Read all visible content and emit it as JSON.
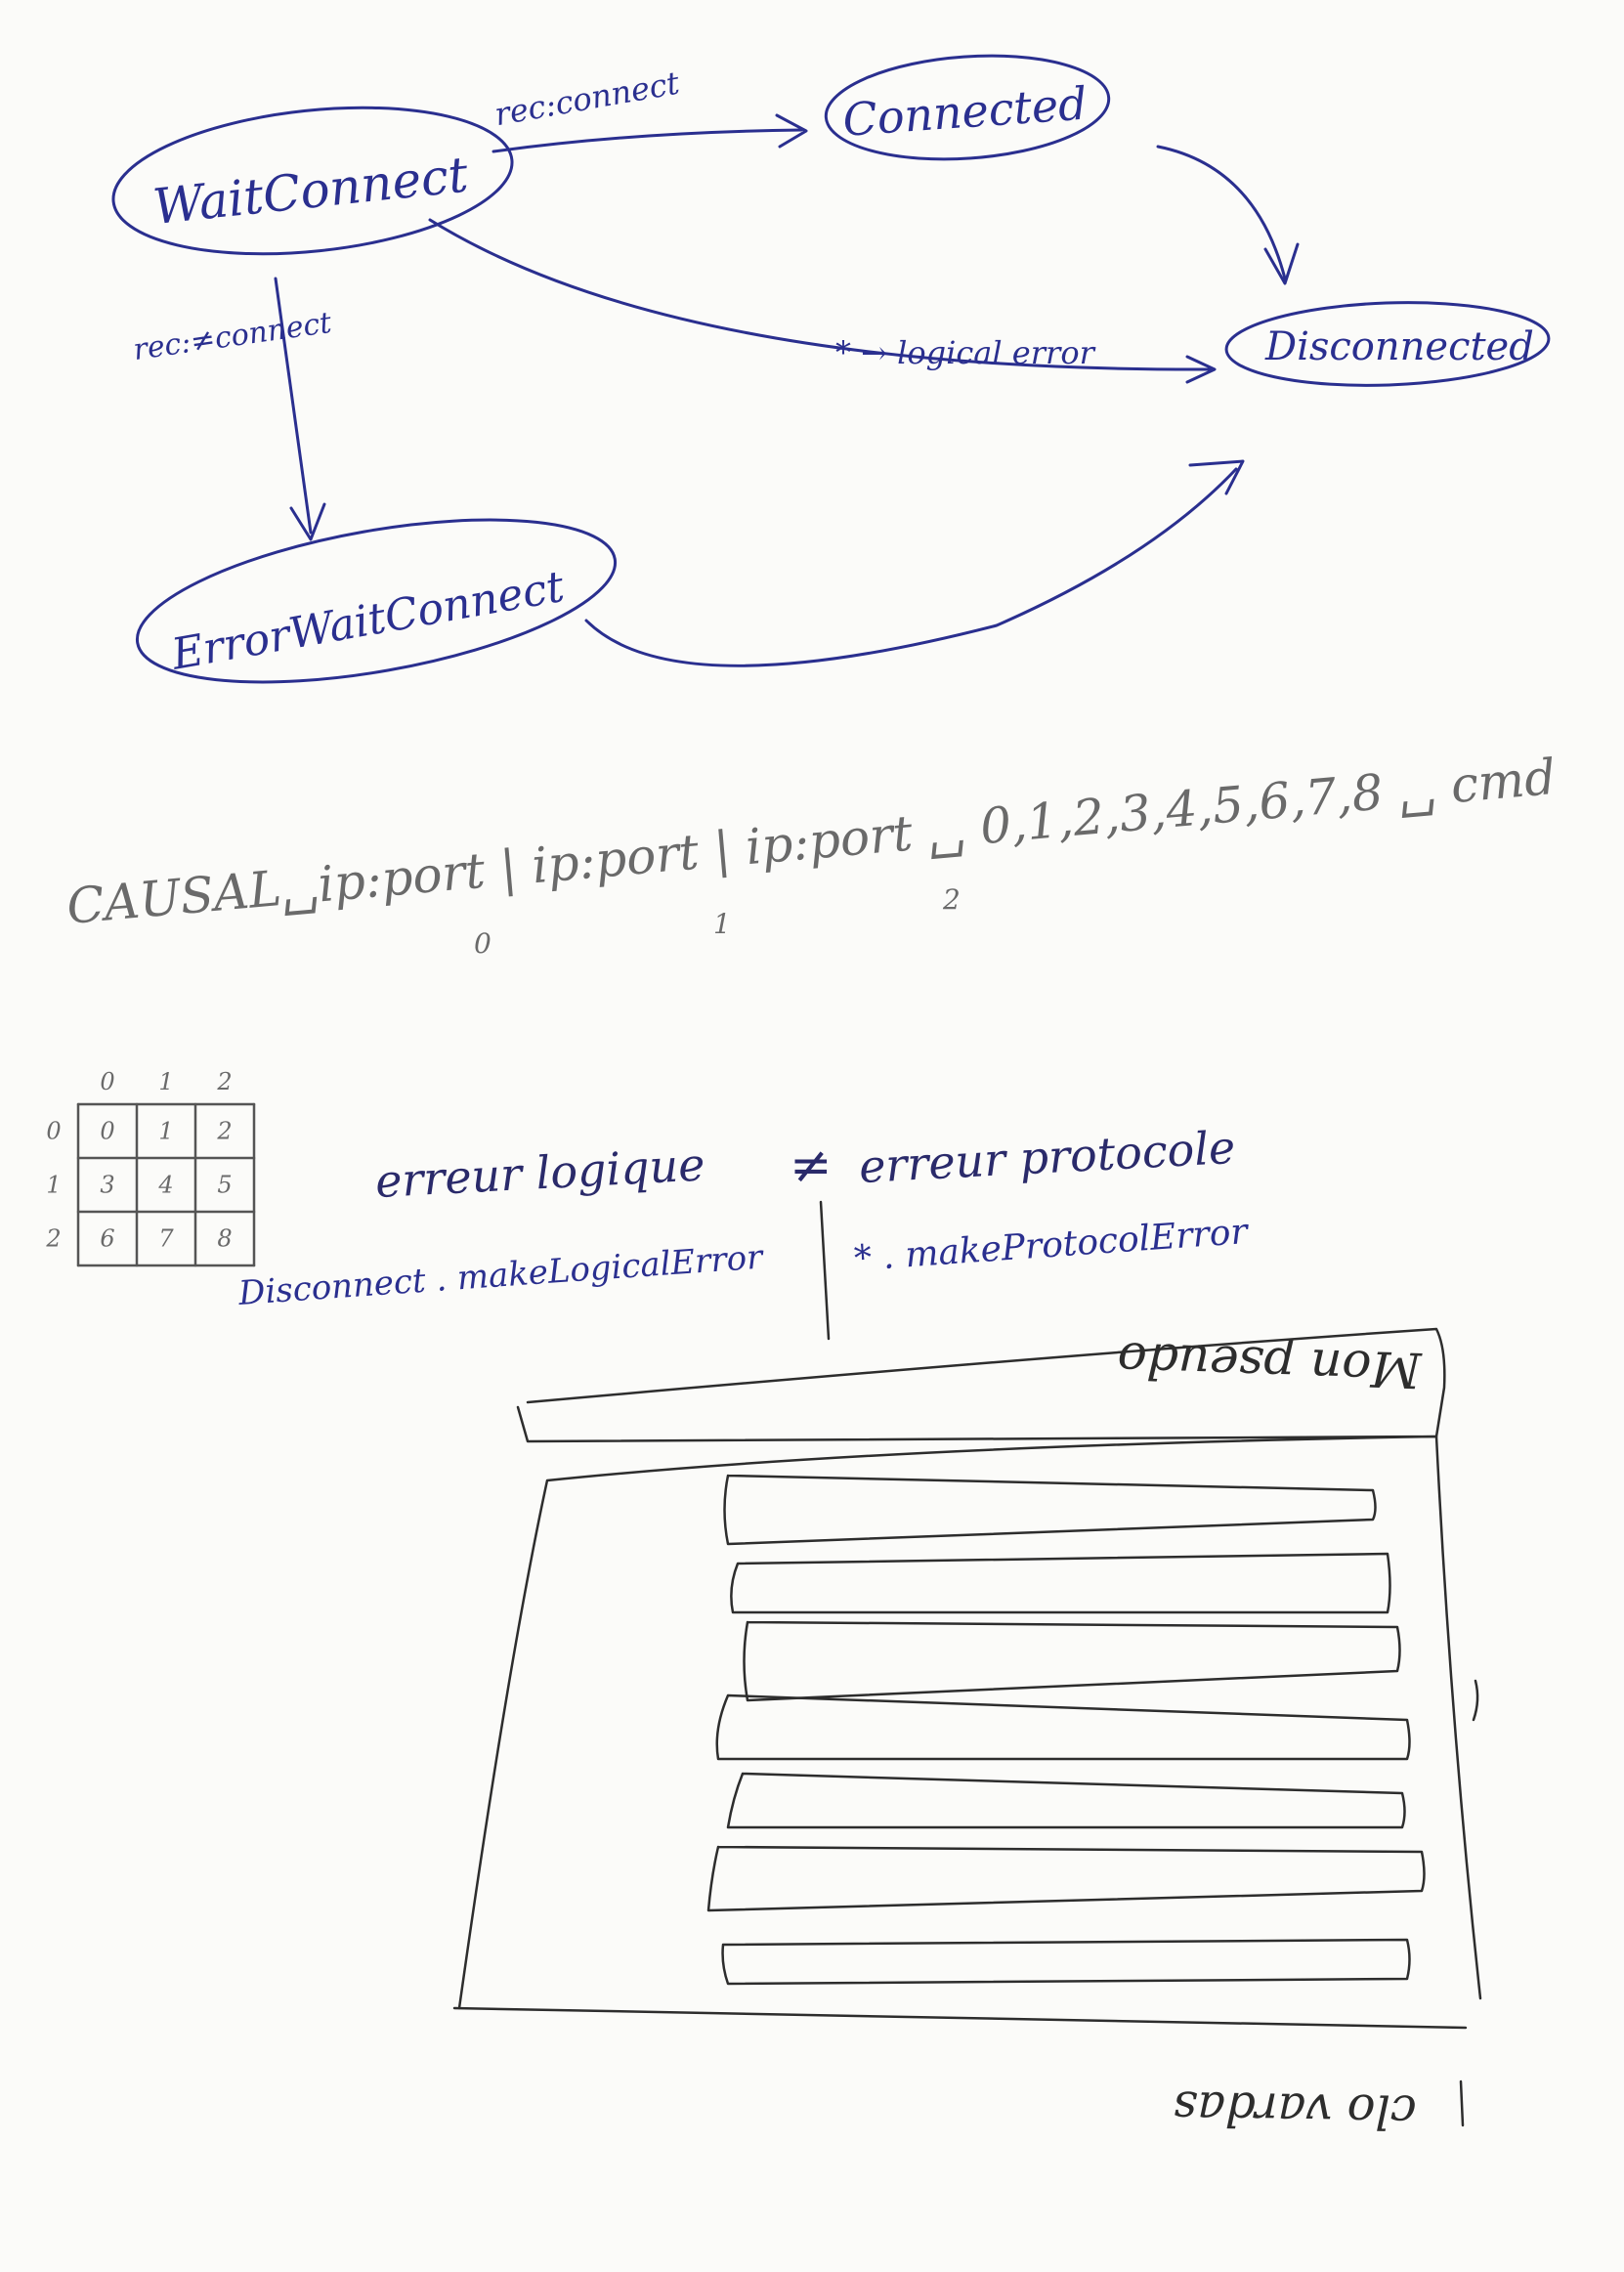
{
  "state_diagram": {
    "states": {
      "wait_connect": "WaitConnect",
      "connected": "Connected",
      "disconnected": "Disconnected",
      "error_wait_connect": "ErrorWaitConnect"
    },
    "transitions": {
      "rec_connect": "rec:connect",
      "rec_not_connect": "rec:≠connect",
      "logical_error": "* → logical error"
    }
  },
  "protocol_line": {
    "text": "CAUSAL␣ip:port | ip:port | ip:port ␣ 0,1,2,3,4,5,6,7,8 ␣ cmd",
    "index_0": "0",
    "index_1": "1",
    "index_2": "2"
  },
  "grid": {
    "col_headers": [
      "0",
      "1",
      "2"
    ],
    "row_headers": [
      "0",
      "1",
      "2"
    ],
    "cells": [
      [
        "0",
        "1",
        "2"
      ],
      [
        "3",
        "4",
        "5"
      ],
      [
        "6",
        "7",
        "8"
      ]
    ]
  },
  "errors": {
    "logical": "erreur logique",
    "not_equal": "≠",
    "protocol": "erreur protocole",
    "logical_method": "Disconnect . makeLogicalError",
    "protocol_method": "* . makeProtocolError"
  },
  "mockup": {
    "title": "Mon pseudo",
    "footer": "clo vardas"
  }
}
